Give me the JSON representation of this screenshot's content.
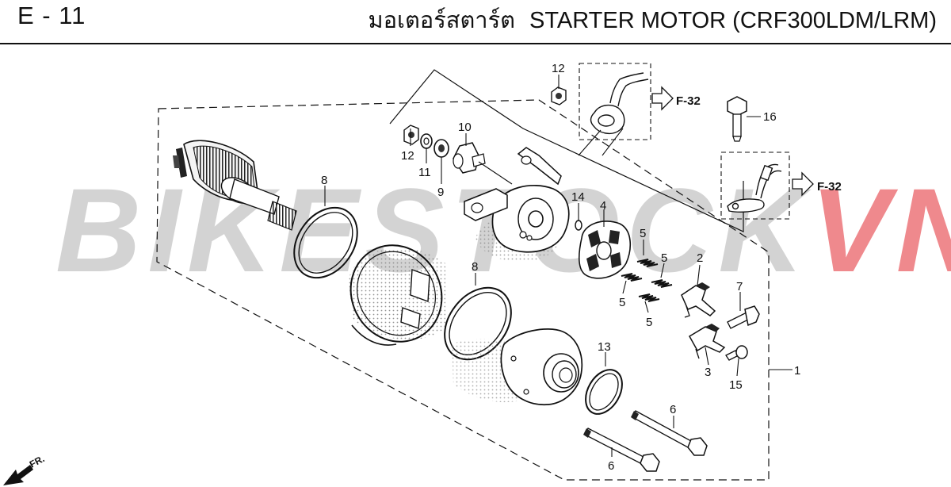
{
  "header": {
    "page_code": "E - 11",
    "title_thai": "มอเตอร์สตาร์ต",
    "title_en": "STARTER MOTOR (CRF300LDM/LRM)"
  },
  "watermark": {
    "part_a": "BIKESTOCK",
    "part_b": "VN",
    "color_a": "#9a9a9a",
    "color_b": "#e3262f"
  },
  "callouts": {
    "c1": "1",
    "c2": "2",
    "c3": "3",
    "c4": "4",
    "c5a": "5",
    "c5b": "5",
    "c5c": "5",
    "c5d": "5",
    "c6a": "6",
    "c6b": "6",
    "c7": "7",
    "c8a": "8",
    "c8b": "8",
    "c9": "9",
    "c10": "10",
    "c11": "11",
    "c12a": "12",
    "c12b": "12",
    "c13": "13",
    "c14": "14",
    "c15": "15",
    "c16": "16"
  },
  "refs": {
    "f32a": "F-32",
    "f32b": "F-32"
  },
  "direction": {
    "front_label": "FR."
  }
}
